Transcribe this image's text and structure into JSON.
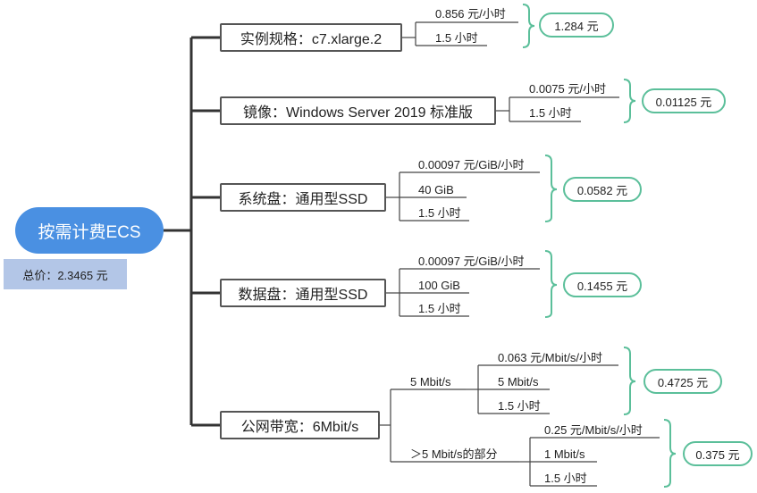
{
  "root": {
    "label": "按需计费ECS",
    "total": "总价：2.3465 元"
  },
  "instance": {
    "label": "实例规格：c7.xlarge.2",
    "price": "0.856 元/小时",
    "hours": "1.5 小时",
    "result": "1.284  元"
  },
  "image": {
    "label": "镜像：Windows Server 2019 标准版",
    "price": "0.0075 元/小时",
    "hours": "1.5 小时",
    "result": "0.01125 元"
  },
  "system_disk": {
    "label": "系统盘：通用型SSD",
    "price": "0.00097 元/GiB/小时",
    "size": "40 GiB",
    "hours": "1.5 小时",
    "result": "0.0582 元"
  },
  "data_disk": {
    "label": "数据盘：通用型SSD",
    "price": "0.00097 元/GiB/小时",
    "size": "100 GiB",
    "hours": "1.5 小时",
    "result": "0.1455 元"
  },
  "bandwidth": {
    "label": "公网带宽：6Mbit/s",
    "tier1": {
      "label": "5 Mbit/s",
      "price": "0.063 元/Mbit/s/小时",
      "size": "5 Mbit/s",
      "hours": "1.5 小时",
      "result": "0.4725 元"
    },
    "tier2": {
      "label": "＞5 Mbit/s的部分",
      "price": "0.25 元/Mbit/s/小时",
      "size": "1 Mbit/s",
      "hours": "1.5 小时",
      "result": "0.375 元"
    }
  },
  "colors": {
    "root": "#4a90e2",
    "total_bg": "#b3c6e7",
    "result_border": "#5bbf9a",
    "line": "#333333"
  }
}
